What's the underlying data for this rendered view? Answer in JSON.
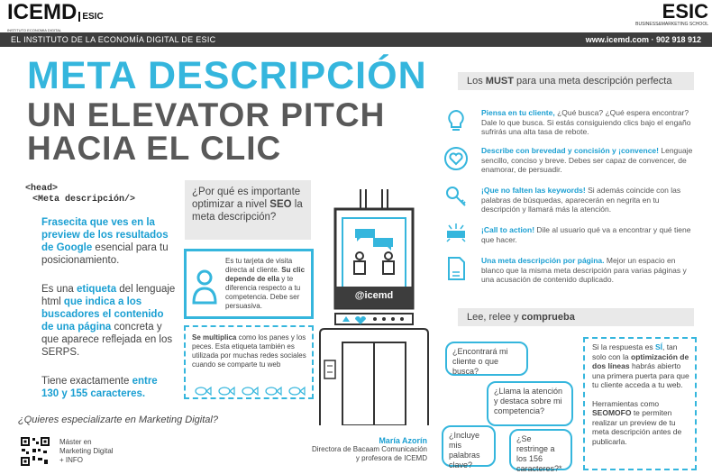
{
  "logos": {
    "left_big": "ICEMD",
    "left_sub": "ESIC",
    "left_small": "INSTITUTO ECONOMIA DIGITAL",
    "right_big": "ESIC",
    "right_small": "BUSINESS&MARKETING SCHOOL"
  },
  "topbar": {
    "left": "EL INSTITUTO DE LA ECONOMÍA DIGITAL DE ESIC",
    "right": "www.icemd.com · 902 918 912"
  },
  "title": {
    "line1": "META DESCRIPCIÓN",
    "line2": "UN ELEVATOR PITCH",
    "line3": "HACIA EL CLIC"
  },
  "code": {
    "head": "<head>",
    "meta": "<Meta descripción/>"
  },
  "intro": {
    "p1_blue": "Frasecita que ves en la preview de los resultados de Google",
    "p1_rest": " esencial para tu posicionamiento.",
    "p2_a": "Es una ",
    "p2_blue1": "etiqueta",
    "p2_b": " del lenguaje html ",
    "p2_blue2": "que indica a los buscadores el contenido de una página",
    "p2_c": " concreta y que aparece reflejada en los SERPS.",
    "p3_a": "Tiene exactamente ",
    "p3_blue": "entre 130 y 155 caracteres."
  },
  "why": {
    "a": "¿Por qué es importante optimizar a nivel ",
    "b": "SEO",
    "c": " la meta descripción?"
  },
  "card": {
    "a": "Es tu tarjeta de visita directa al cliente. ",
    "b": "Su clic depende de ella",
    "c": " y te diferencia respecto a tu competencia. Debe ser persuasiva."
  },
  "multi": {
    "a": "Se multiplica",
    "b": " como los panes y los peces. Esta etiqueta también es utilizada por muchas redes sociales cuando se comparte tu web"
  },
  "elevator": {
    "handle": "@icemd"
  },
  "must": {
    "header_a": "Los ",
    "header_b": "MUST",
    "header_c": " para una meta descripción perfecta",
    "items": [
      {
        "bold": "Piensa en tu cliente,",
        "text": " ¿Qué busca? ¿Qué espera encontrar? Dale lo que busca. Si estás consiguiendo clics bajo el engaño sufrirás una alta tasa de rebote.",
        "icon": "lightbulb-icon"
      },
      {
        "bold": "Describe con brevedad y concisión y ¡convence!",
        "text": " Lenguaje sencillo, conciso y breve. Debes ser capaz de convencer, de enamorar, de persuadir.",
        "icon": "heart-icon"
      },
      {
        "bold": "¡Que no falten las keywords!",
        "text": " Si además coincide con las palabras de búsquedas, aparecerán en negrita en tu descripción y llamará más la atención.",
        "icon": "key-icon"
      },
      {
        "bold": "¡Call to action!",
        "text": " Dile al usuario qué va a encontrar y qué tiene que hacer.",
        "icon": "buy-icon"
      },
      {
        "bold": "Una meta descripción por página.",
        "text": " Mejor un espacio en blanco que la misma meta descripción para varias páginas y una acusación de contenido duplicado.",
        "icon": "html-icon"
      }
    ]
  },
  "lee": {
    "header_a": "Lee, relee y ",
    "header_b": "comprueba",
    "bubbles": [
      "¿Encontrará mi cliente o que busca?",
      "¿Llama la atención y destaca sobre mi competencia?",
      "¿Incluye mis palabras clave?",
      "¿Se restringe a los 156 caracteres?*"
    ],
    "box_a": "Si la respuesta es ",
    "box_b": "SÍ",
    "box_c": ", tan solo con la ",
    "box_d": "optimización de dos líneas",
    "box_e": " habrás abierto una primera puerta para que tu cliente acceda a tu web.",
    "box_f": "Herramientas como ",
    "box_g": "SEOMOFO",
    "box_h": " te permiten realizar un preview de tu meta descripción antes de publicarla."
  },
  "footer": {
    "question": "¿Quieres especializarte en Marketing Digital?",
    "qr_line1": "Máster en",
    "qr_line2": "Marketing Digital",
    "qr_line3": "+ INFO",
    "author_name": "María Azorín",
    "author_line1": "Directora de Bacaam Comunicación",
    "author_line2": "y profesora de ICEMD"
  },
  "colors": {
    "accent": "#35b6dd",
    "accent_text": "#1a9fd2",
    "dark_bar": "#3d3d3d",
    "panel": "#e9e9e9"
  }
}
